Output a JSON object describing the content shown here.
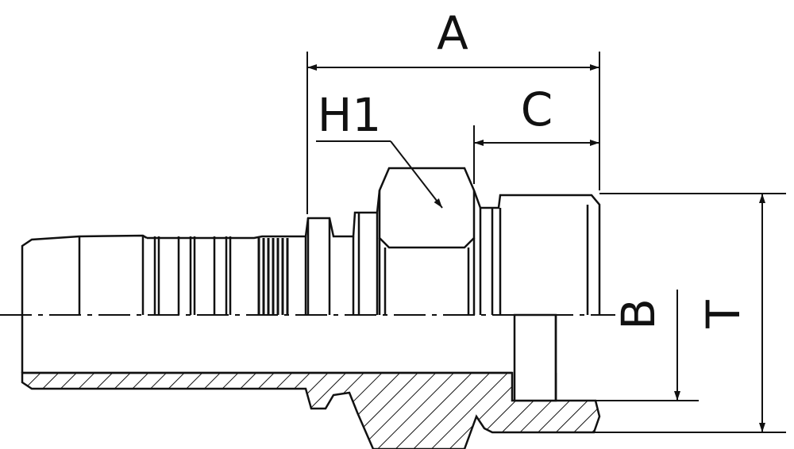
{
  "labels": {
    "a": "A",
    "h1": "H1",
    "c": "C",
    "b": "B",
    "t": "T"
  },
  "colors": {
    "line": "#111111",
    "background": "#ffffff"
  }
}
